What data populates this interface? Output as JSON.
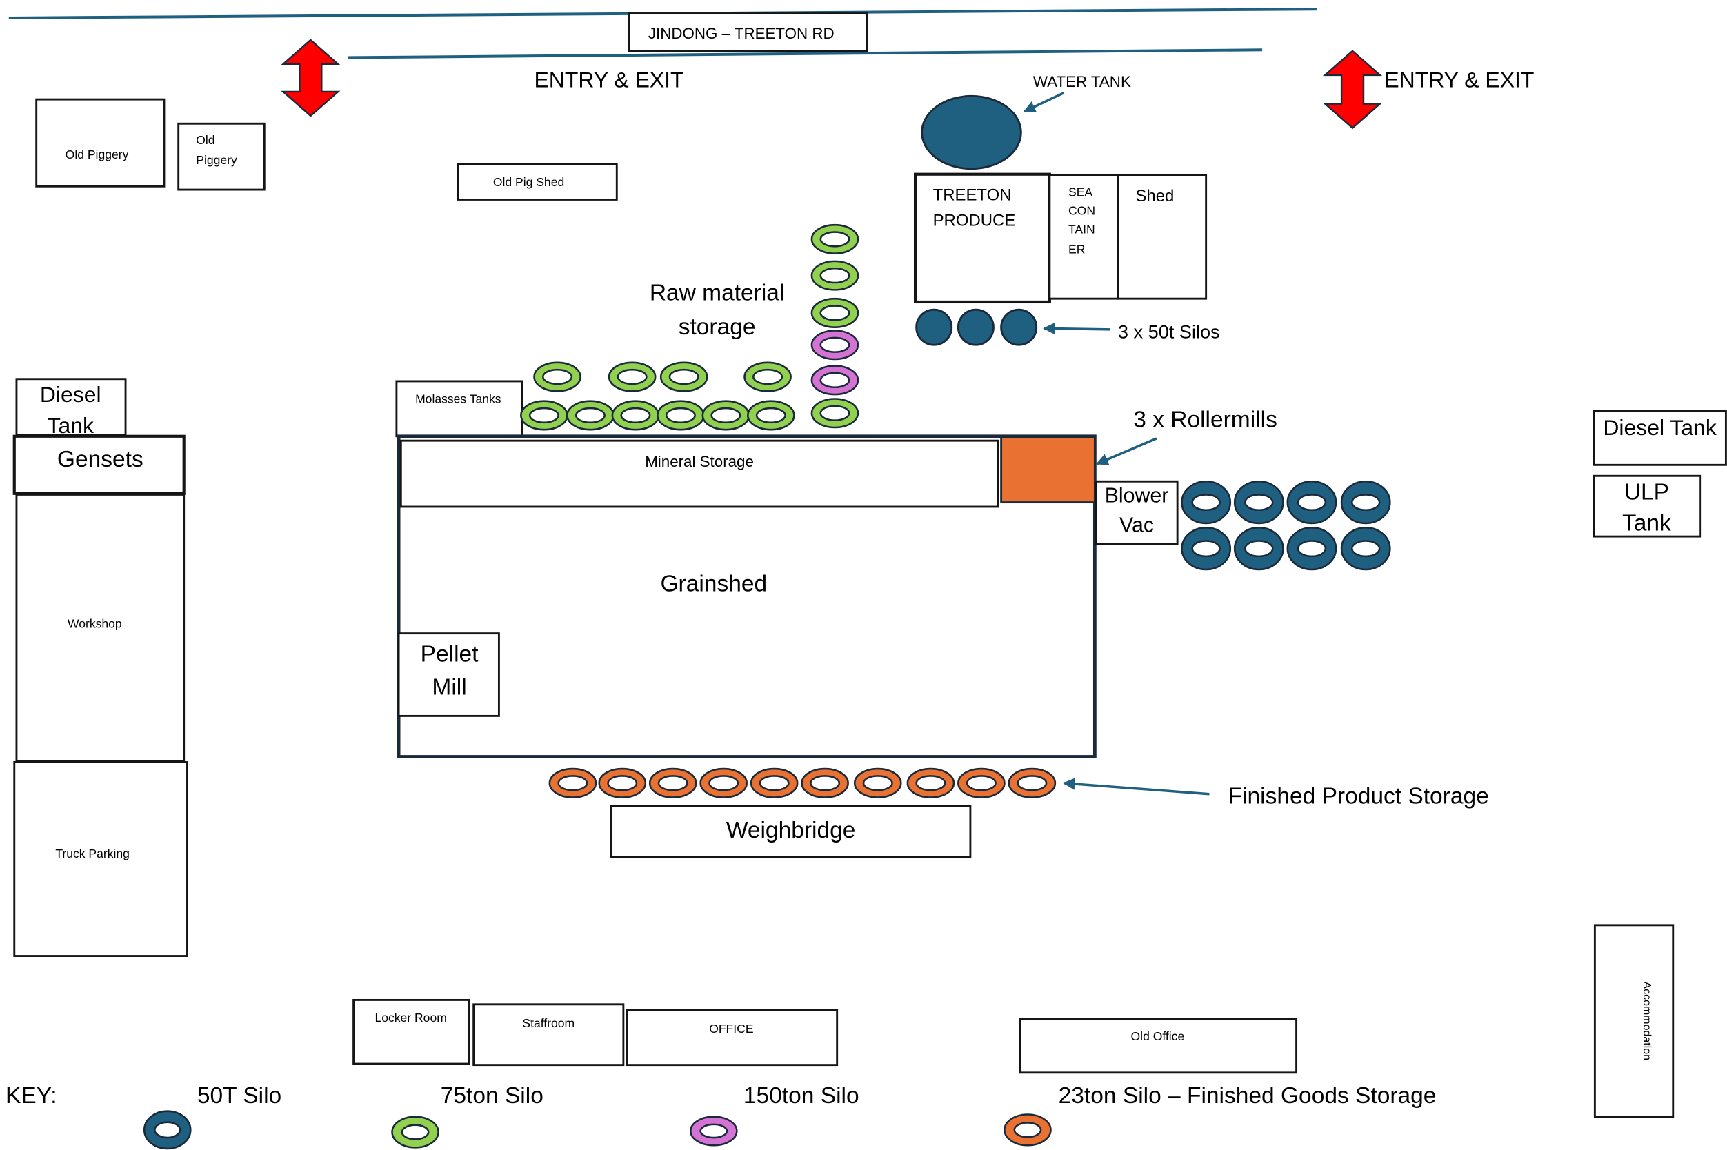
{
  "road": {
    "name": "JINDONG – TREETON RD"
  },
  "entries": {
    "left": "ENTRY & EXIT",
    "right": "ENTRY & EXIT"
  },
  "buildings": {
    "old_piggery_large": "Old Piggery",
    "old_piggery_small": [
      "Old",
      "Piggery"
    ],
    "old_pig_shed": "Old Pig Shed",
    "treeton_produce": [
      "TREETON",
      "PRODUCE"
    ],
    "sea_container": [
      "SEA",
      "CON",
      "TAIN",
      "ER"
    ],
    "shed": "Shed",
    "molasses_tanks": "Molasses Tanks",
    "grainshed": "Grainshed",
    "mineral_storage": "Mineral Storage",
    "pellet_mill": [
      "Pellet",
      "Mill"
    ],
    "blower_vac": [
      "Blower",
      "Vac"
    ],
    "weighbridge": "Weighbridge",
    "diesel_tank_west": [
      "Diesel",
      "Tank"
    ],
    "gensets": "Gensets",
    "workshop": "Workshop",
    "truck_parking": "Truck Parking",
    "diesel_tank_east": "Diesel Tank",
    "ulp_tank": [
      "ULP",
      "Tank"
    ],
    "accommodation": "Accommodation",
    "locker_room": "Locker Room",
    "staffroom": "Staffroom",
    "office": "OFFICE",
    "old_office": "Old Office"
  },
  "annotations": {
    "water_tank": "WATER TANK",
    "raw_material_storage": [
      "Raw material",
      "storage"
    ],
    "silos_50t": "3 x 50t Silos",
    "rollermills": "3 x Rollermills",
    "finished_product_storage": "Finished Product Storage"
  },
  "key": {
    "title": "KEY:",
    "items": [
      {
        "label": "50T Silo",
        "color": "#1f5f80"
      },
      {
        "label": "75ton Silo",
        "color": "#92d050"
      },
      {
        "label": "150ton Silo",
        "color": "#d473d4"
      },
      {
        "label": "23ton Silo – Finished Goods Storage",
        "color": "#e97132"
      }
    ]
  },
  "colors": {
    "entry_arrow": "#ff0000",
    "road": "#1f5f80",
    "pointer_arrow": "#1f5f80",
    "water_tank": "#1f5f80",
    "rollermill": "#e97132"
  }
}
